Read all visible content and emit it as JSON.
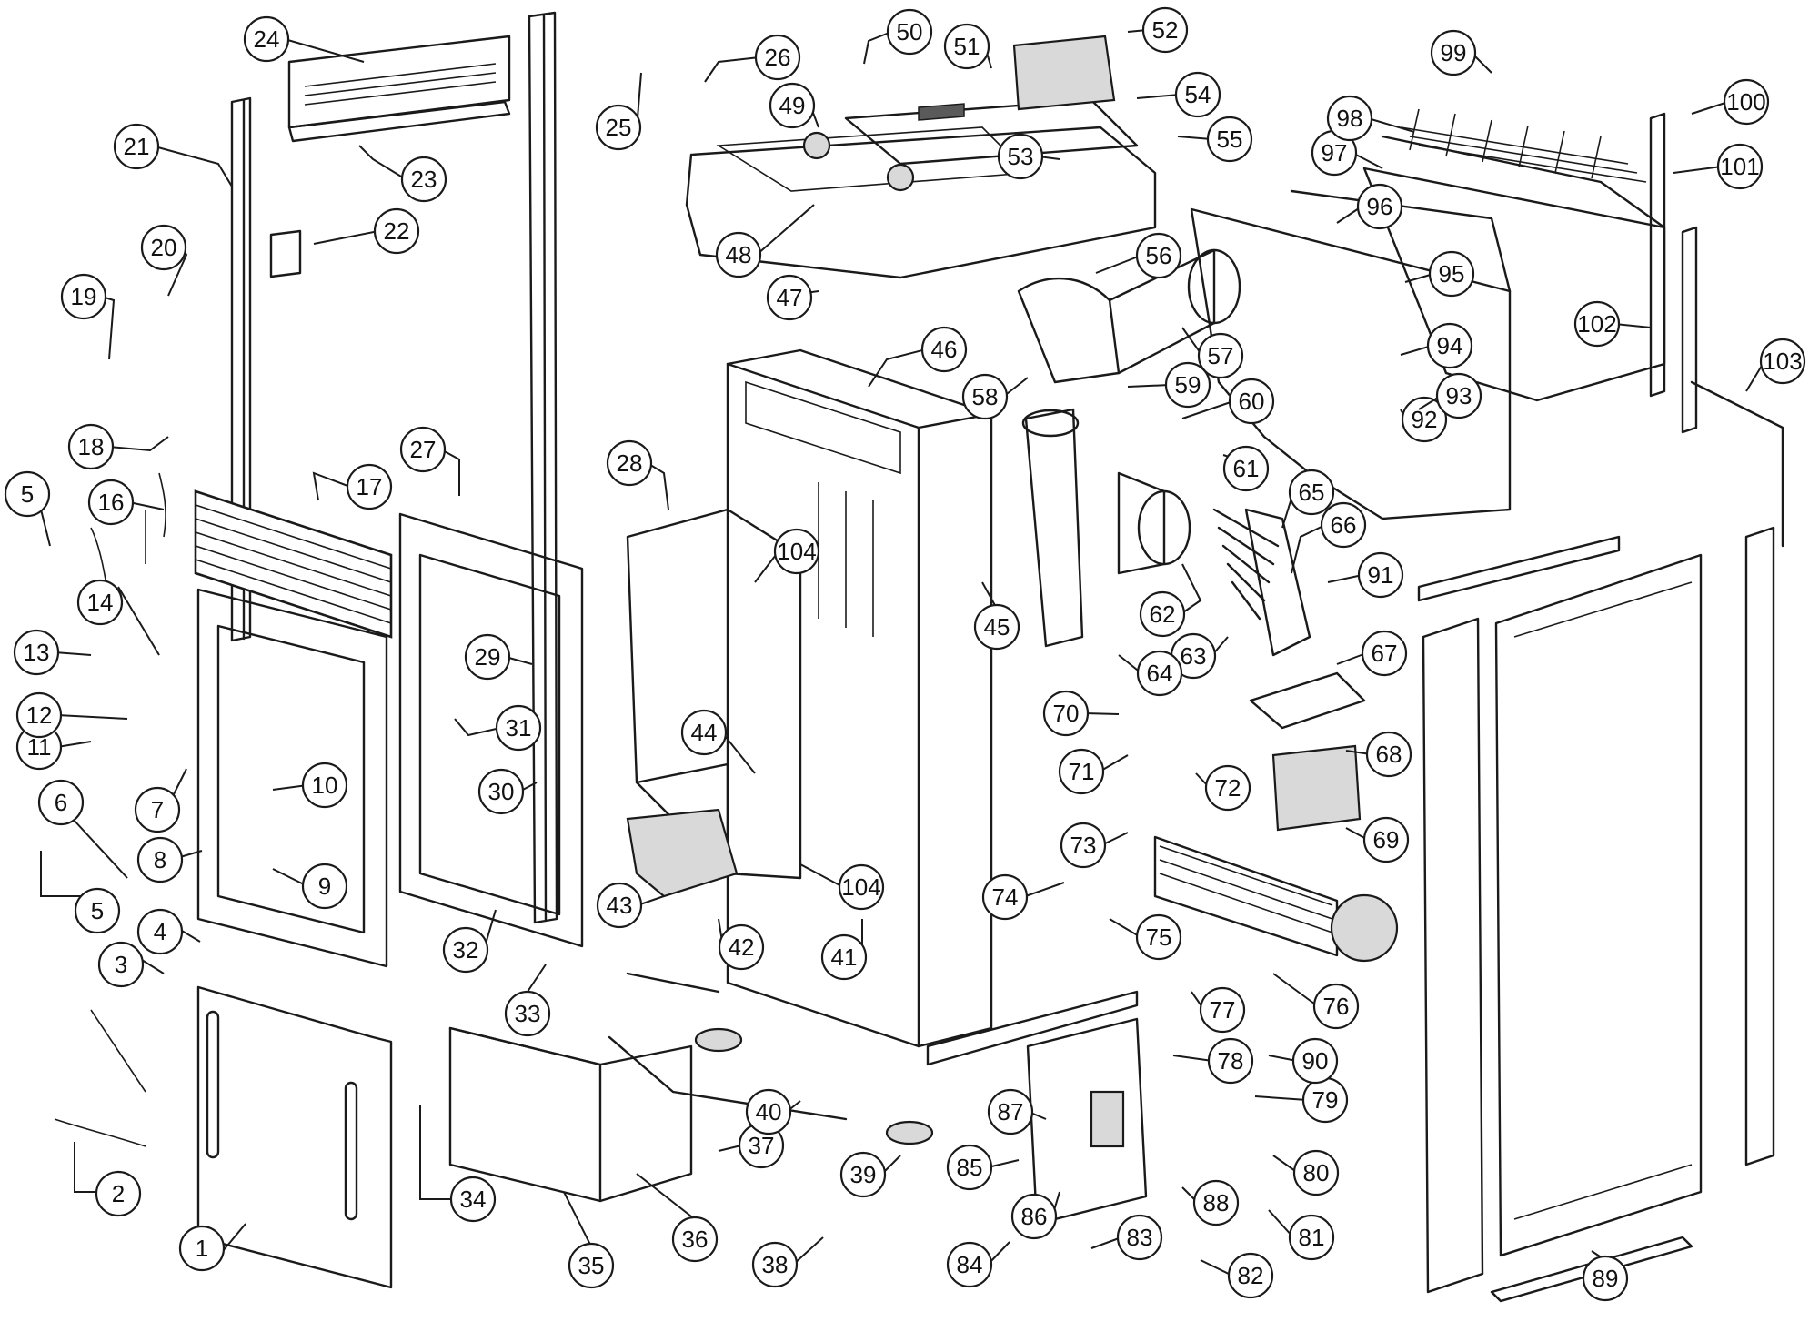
{
  "diagram": {
    "type": "exploded parts diagram",
    "callouts": [
      "1",
      "2",
      "3",
      "4",
      "5",
      "5",
      "6",
      "7",
      "8",
      "9",
      "10",
      "11",
      "12",
      "13",
      "14",
      "16",
      "17",
      "18",
      "19",
      "20",
      "21",
      "22",
      "23",
      "24",
      "25",
      "26",
      "27",
      "28",
      "29",
      "30",
      "31",
      "32",
      "33",
      "34",
      "35",
      "36",
      "37",
      "38",
      "39",
      "40",
      "41",
      "42",
      "43",
      "44",
      "45",
      "46",
      "47",
      "48",
      "49",
      "50",
      "51",
      "52",
      "53",
      "54",
      "55",
      "56",
      "57",
      "58",
      "59",
      "60",
      "61",
      "62",
      "63",
      "64",
      "65",
      "66",
      "67",
      "68",
      "69",
      "70",
      "71",
      "72",
      "73",
      "74",
      "75",
      "76",
      "77",
      "78",
      "79",
      "80",
      "81",
      "82",
      "83",
      "84",
      "85",
      "86",
      "87",
      "88",
      "89",
      "90",
      "91",
      "92",
      "93",
      "94",
      "95",
      "96",
      "97",
      "98",
      "99",
      "100",
      "101",
      "102",
      "103",
      "104",
      "104"
    ]
  }
}
